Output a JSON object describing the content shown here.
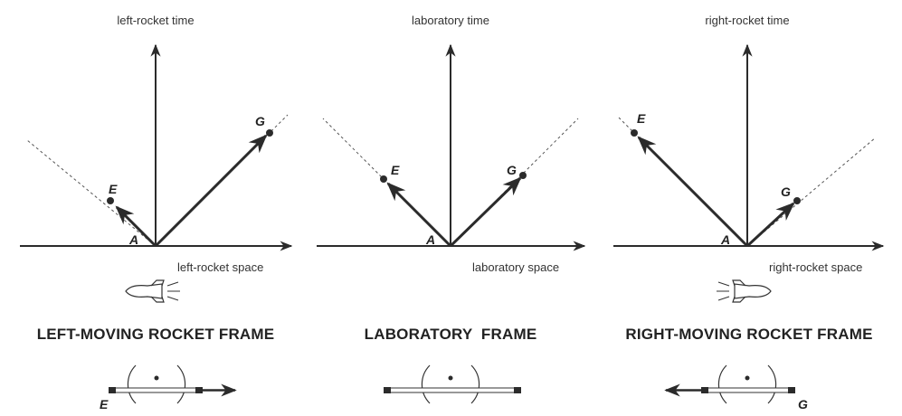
{
  "panels": [
    {
      "axis_time_label": "left-rocket time",
      "axis_space_label": "left-rocket space",
      "origin_label": "A",
      "event_e_label": "E",
      "event_g_label": "G",
      "frame_title": "LEFT-MOVING ROCKET FRAME",
      "rocket_direction": "left",
      "train_event_label": "E",
      "train_arrow_direction": "right"
    },
    {
      "axis_time_label": "laboratory time",
      "axis_space_label": "laboratory space",
      "origin_label": "A",
      "event_e_label": "E",
      "event_g_label": "G",
      "frame_title": "LABORATORY  FRAME",
      "rocket_direction": "none",
      "train_event_label": "",
      "train_arrow_direction": "none"
    },
    {
      "axis_time_label": "right-rocket time",
      "axis_space_label": "right-rocket space",
      "origin_label": "A",
      "event_e_label": "E",
      "event_g_label": "G",
      "frame_title": "RIGHT-MOVING ROCKET FRAME",
      "rocket_direction": "right",
      "train_event_label": "G",
      "train_arrow_direction": "left"
    }
  ],
  "colors": {
    "ink": "#2b2b2b",
    "light_ink": "#555555"
  }
}
